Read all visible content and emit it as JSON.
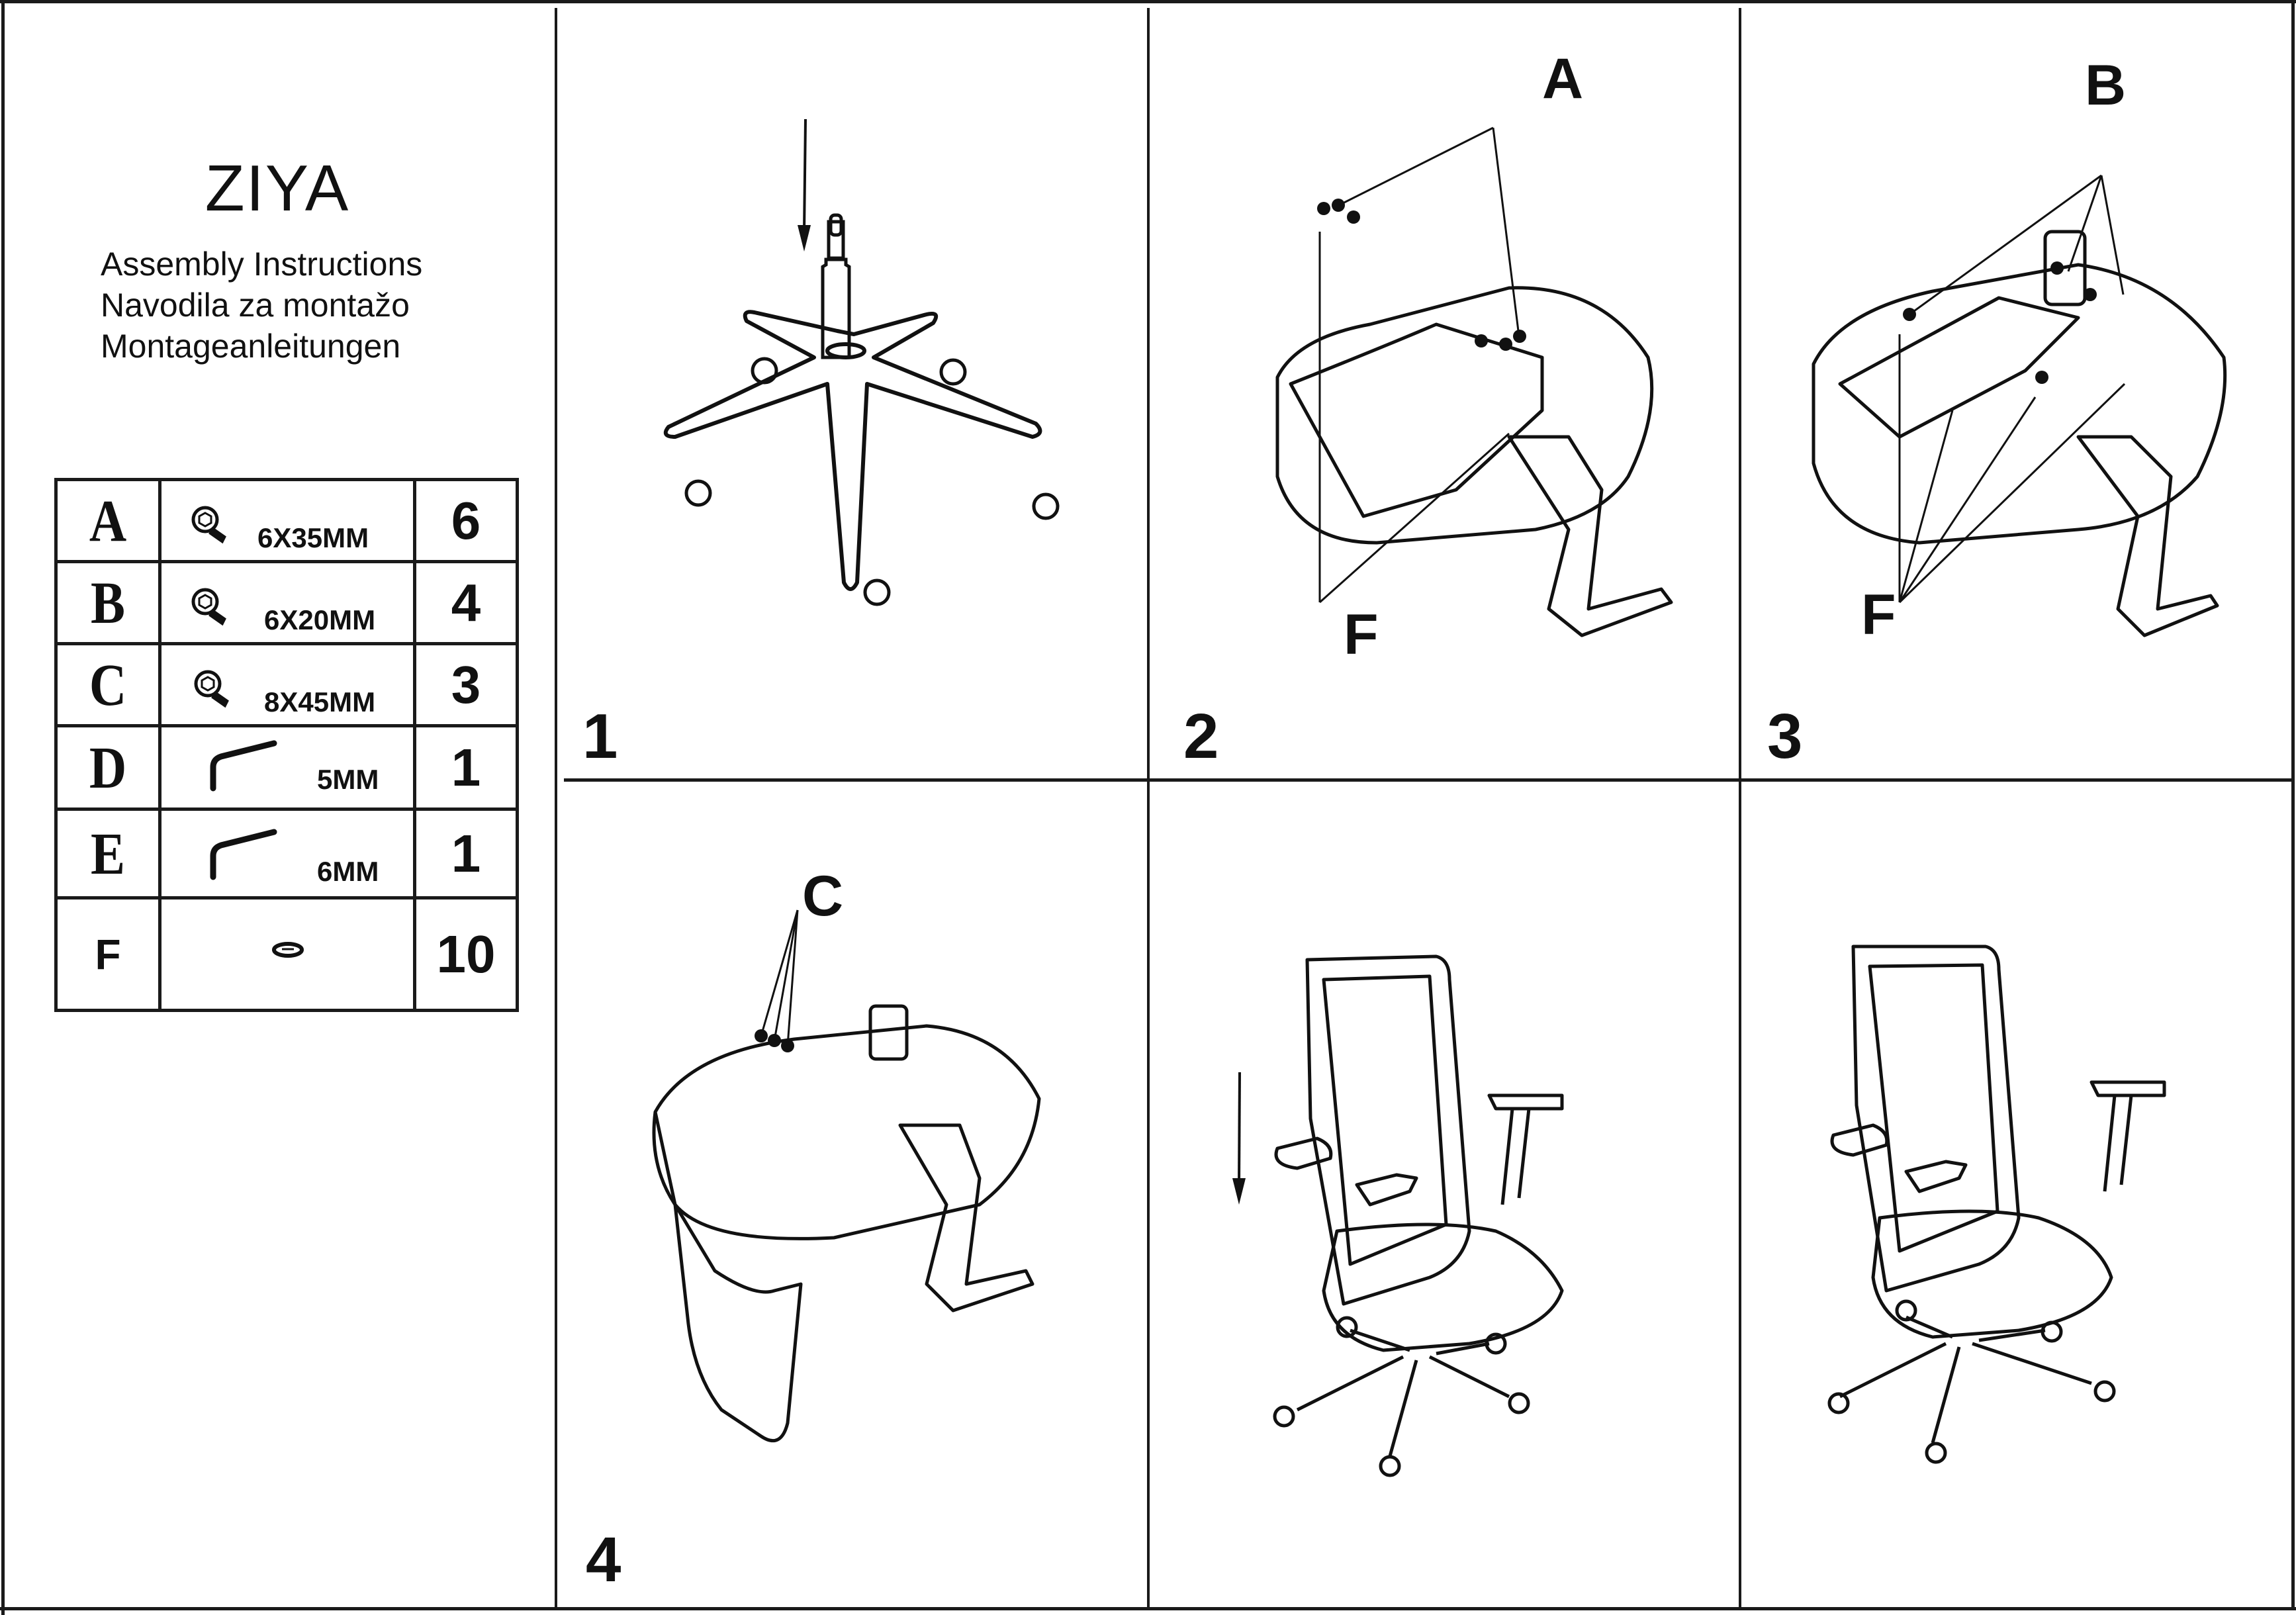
{
  "document": {
    "product_name": "ZIYA",
    "subtitles": [
      "Assembly Instructions",
      "Navodila za montažo",
      "Montageanleitungen"
    ]
  },
  "parts_table": {
    "rows": [
      {
        "letter": "A",
        "icon": "hex-bolt-icon",
        "size": "6X35MM",
        "qty": "6"
      },
      {
        "letter": "B",
        "icon": "hex-bolt-icon",
        "size": "6X20MM",
        "qty": "4"
      },
      {
        "letter": "C",
        "icon": "hex-bolt-icon",
        "size": "8X45MM",
        "qty": "3"
      },
      {
        "letter": "D",
        "icon": "allen-key-icon",
        "size": "5MM",
        "qty": "1"
      },
      {
        "letter": "E",
        "icon": "allen-key-icon",
        "size": "6MM",
        "qty": "1"
      },
      {
        "letter": "F",
        "icon": "washer-icon",
        "size": "",
        "qty": "10"
      }
    ]
  },
  "steps": [
    {
      "number": "1",
      "callouts": []
    },
    {
      "number": "2",
      "callouts": [
        "A",
        "F"
      ]
    },
    {
      "number": "3",
      "callouts": [
        "B",
        "F"
      ]
    },
    {
      "number": "4",
      "callouts": [
        "C"
      ]
    },
    {
      "number": "",
      "callouts": []
    },
    {
      "number": "",
      "callouts": []
    }
  ],
  "colors": {
    "ink": "#1a1a1a",
    "paper": "#ffffff"
  }
}
